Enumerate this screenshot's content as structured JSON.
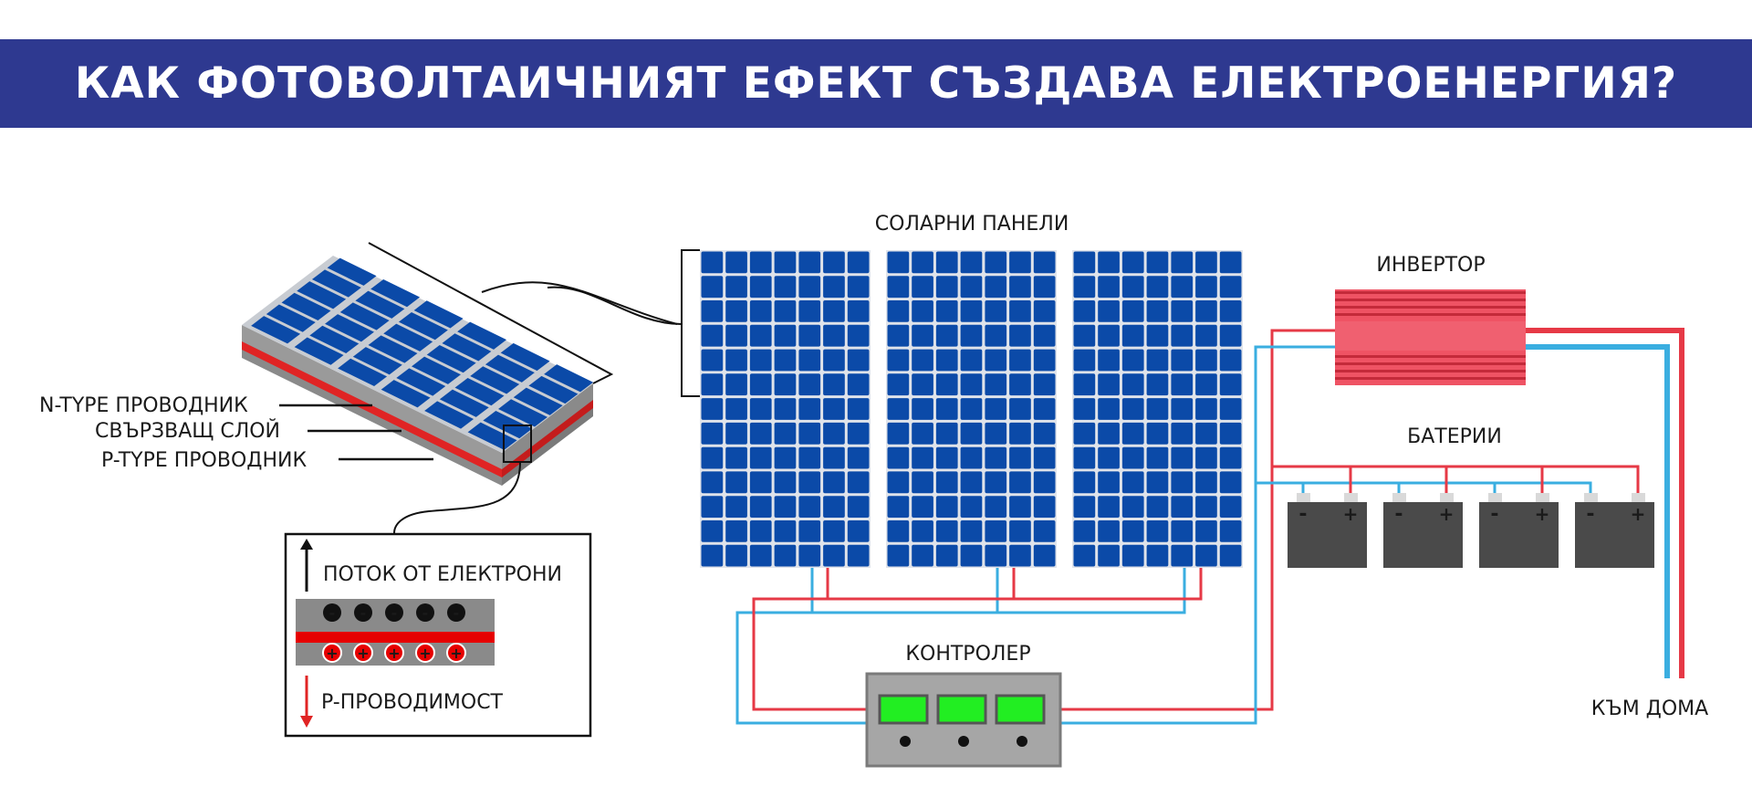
{
  "title": "КАК ФОТОВОЛТАИЧНИЯТ ЕФЕКТ СЪЗДАВА ЕЛЕКТРОЕНЕРГИЯ?",
  "labels": {
    "solar_panels": "СОЛАРНИ ПАНЕЛИ",
    "inverter": "ИНВЕРТОР",
    "batteries": "БАТЕРИИ",
    "controller": "КОНТРОЛЕР",
    "to_home": "КЪМ ДОМА",
    "n_type": "N-TYPE ПРОВОДНИК",
    "junction": "СВЪРЗВАЩ СЛОЙ",
    "p_type": "P-TYPE ПРОВОДНИК",
    "electron_flow": "ПОТОК ОТ ЕЛЕКТРОНИ",
    "p_conductivity": "P-ПРОВОДИМОСТ"
  },
  "symbols": {
    "minus": "-",
    "plus": "+"
  },
  "colors": {
    "banner": "#2e3990",
    "panel_cell": "#0b4aa8",
    "wire_red": "#e63946",
    "wire_blue": "#3aaee0",
    "inverter": "#ef5364",
    "battery": "#4a4a4a",
    "screen": "#22ee22"
  }
}
